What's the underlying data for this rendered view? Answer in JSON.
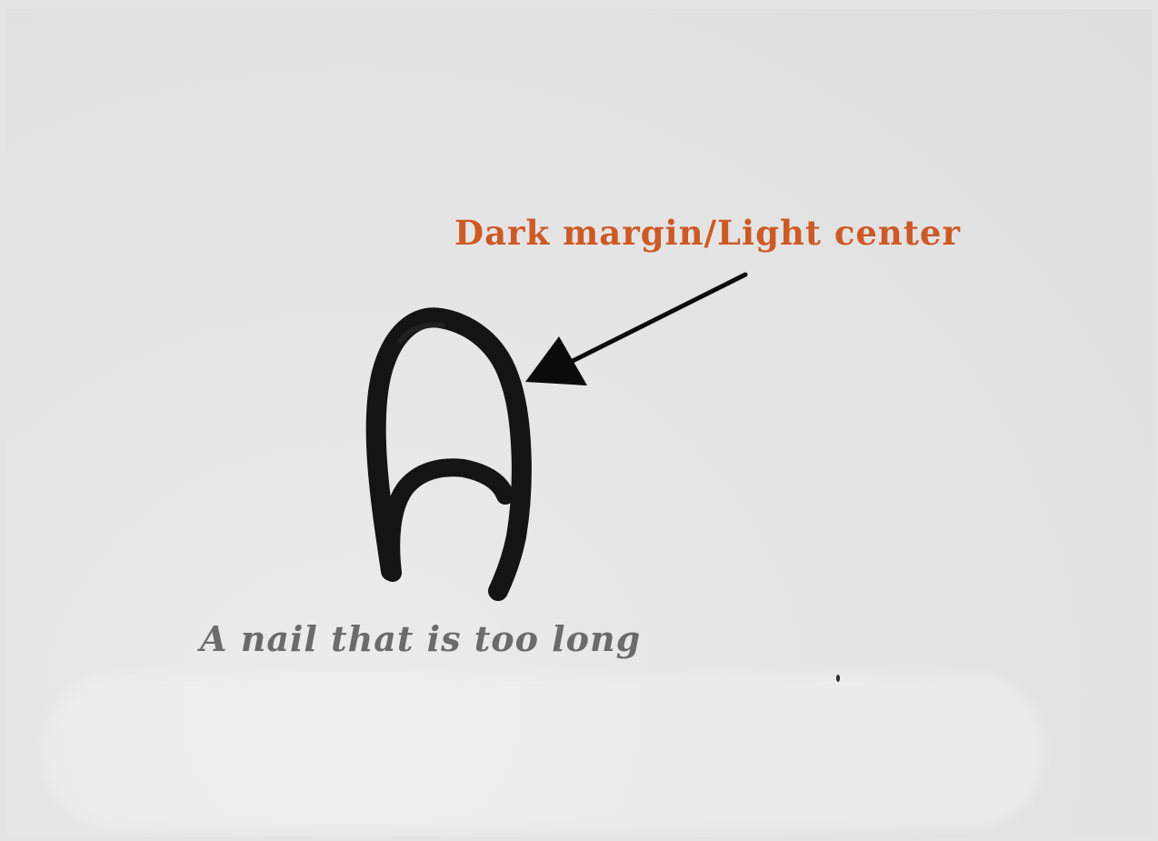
{
  "annotation": {
    "label": "Dark margin/Light center",
    "color": "#cd5a26"
  },
  "caption": {
    "text": "A nail that is too long",
    "color": "#6b6b6b"
  },
  "drawing": {
    "subject": "long nail outline with dark margin and light center",
    "stroke_color": "#141414",
    "arrow_color": "#0b0b0b"
  }
}
